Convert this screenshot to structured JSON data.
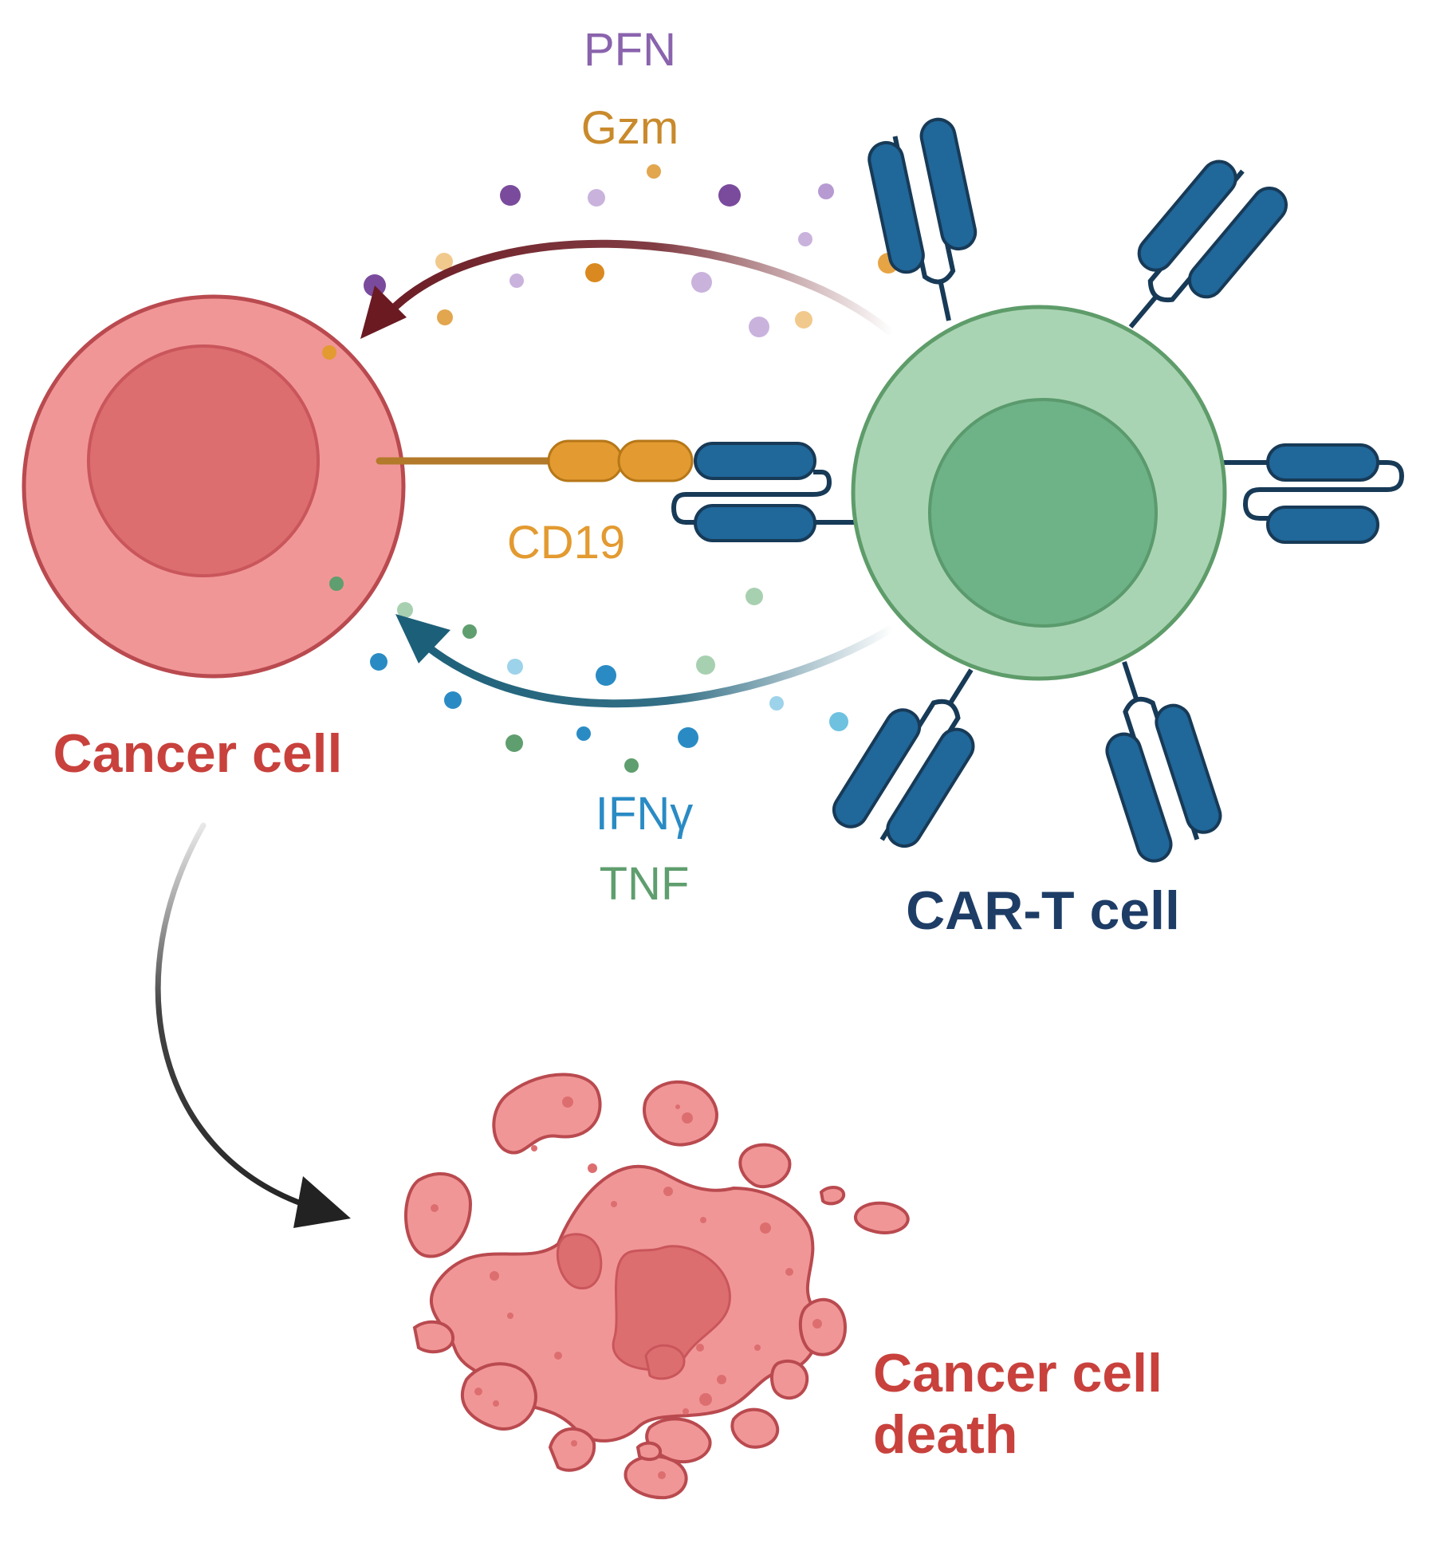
{
  "labels": {
    "pfn": "PFN",
    "gzm": "Gzm",
    "cd19": "CD19",
    "ifng": "IFNγ",
    "tnf": "TNF",
    "cancer_cell": "Cancer cell",
    "car_t_cell": "CAR-T cell",
    "death_line1": "Cancer cell",
    "death_line2": "death"
  },
  "colors": {
    "pfn": "#8a63ad",
    "gzm": "#c98a2c",
    "cd19": "#e39a30",
    "ifng": "#2a8bc4",
    "tnf": "#5f9e6e",
    "cancer_label": "#c8413c",
    "car_t_label": "#1e3d66",
    "cancer_outer": "#f19696",
    "cancer_inner": "#dd6e70",
    "cancer_stroke": "#b94a4f",
    "tcell_outer": "#a9d4b3",
    "tcell_inner": "#6eb287",
    "tcell_stroke": "#5e9c6a",
    "receptor": "#20679a",
    "receptor_stroke": "#173a57",
    "arrow_top": "#6b1a22",
    "arrow_bottom": "#1c5f78",
    "arrow_down": "#222222"
  }
}
